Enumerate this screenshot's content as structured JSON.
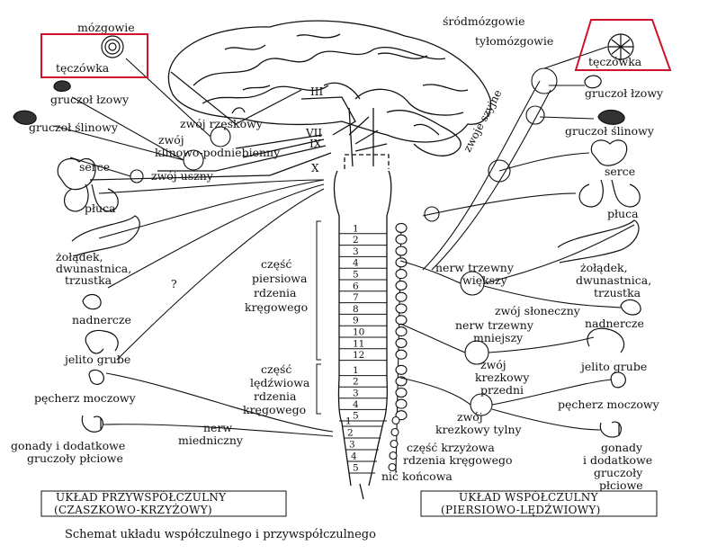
{
  "left_labels": {
    "mozgowie": "mózgowie",
    "teczowka": "tęczówka",
    "gruczol_lzowy": "gruczoł łzowy",
    "gruczol_slinowy": "gruczoł ślinowy",
    "serce": "serce",
    "pluca": "płuca",
    "zoladek_1": "żołądek,",
    "zoladek_2": "dwunastnica,",
    "zoladek_3": "trzustka",
    "nadnercze": "nadnercze",
    "jelito": "jelito grube",
    "pecherz": "pęcherz moczowy",
    "gonady_1": "gonady i dodatkowe",
    "gonady_2": "gruczoły płciowe",
    "question": "?"
  },
  "ganglia_left": {
    "rzeskowy": "zwój rzęskowy",
    "klinowo_1": "zwój",
    "klinowo_2": "klinowo-podniebienny",
    "uszny": "zwój uszny"
  },
  "cranial_nerves": {
    "III": "III",
    "VII": "VII",
    "IX": "IX",
    "X": "X"
  },
  "brain_labels": {
    "srodmozgowie": "śródmózgowie",
    "tylomozgowie": "tyłomózgowie",
    "zwoje_szyjne": "zwoje szyjne"
  },
  "right_labels": {
    "teczowka": "tęczówka",
    "gruczol_lzowy": "gruczoł łzowy",
    "gruczol_slinowy": "gruczoł ślinowy",
    "serce": "serce",
    "pluca": "płuca",
    "zoladek_1": "żołądek,",
    "zoladek_2": "dwunastnica,",
    "zoladek_3": "trzustka",
    "nadnercze": "nadnercze",
    "jelito": "jelito grube",
    "pecherz": "pęcherz moczowy",
    "gonady_1": "gonady",
    "gonady_2": "i dodatkowe",
    "gonady_3": "gruczoły",
    "gonady_4": "płciowe"
  },
  "spinal_labels": {
    "piersiowa_1": "część",
    "piersiowa_2": "piersiowa",
    "piersiowa_3": "rdzenia",
    "piersiowa_4": "kręgowego",
    "ledzwiowa_1": "część",
    "ledzwiowa_2": "lędźwiowa",
    "ledzwiowa_3": "rdzenia",
    "ledzwiowa_4": "kręgowego",
    "krzyzowa_1": "część krzyżowa",
    "krzyzowa_2": "rdzenia kręgowego",
    "nic": "nić końcowa"
  },
  "nerve_labels": {
    "trzewny_wiekszy_1": "nerw trzewny",
    "trzewny_wiekszy_2": "większy",
    "sloneczny": "zwój słoneczny",
    "trzewny_mniejszy_1": "nerw trzewny",
    "trzewny_mniejszy_2": "mniejszy",
    "krezkowy_przedni_1": "zwój",
    "krezkowy_przedni_2": "krezkowy",
    "krezkowy_przedni_3": "przedni",
    "krezkowy_tylny_1": "zwój",
    "krezkowy_tylny_2": "krezkowy tylny",
    "miedniczny_1": "nerw",
    "miedniczny_2": "miedniczny"
  },
  "segments": {
    "thoracic": [
      "1",
      "2",
      "3",
      "4",
      "5",
      "6",
      "7",
      "8",
      "9",
      "10",
      "11",
      "12"
    ],
    "lumbar": [
      "1",
      "2",
      "3",
      "4",
      "5"
    ],
    "sacral": [
      "1",
      "2",
      "3",
      "4",
      "5"
    ]
  },
  "boxes": {
    "parasym_1": "UKŁAD PRZYWSPÓŁCZULNY",
    "parasym_2": "(CZASZKOWO-KRZYŻOWY)",
    "sym_1": "UKŁAD WSPÓŁCZULNY",
    "sym_2": "(PIERSIOWO-LĘDŹWIOWY)"
  },
  "caption": "Schemat układu współczulnego i przywspółczulnego",
  "colors": {
    "highlight": "#d0122a",
    "ink": "#111111",
    "paper": "#ffffff"
  }
}
